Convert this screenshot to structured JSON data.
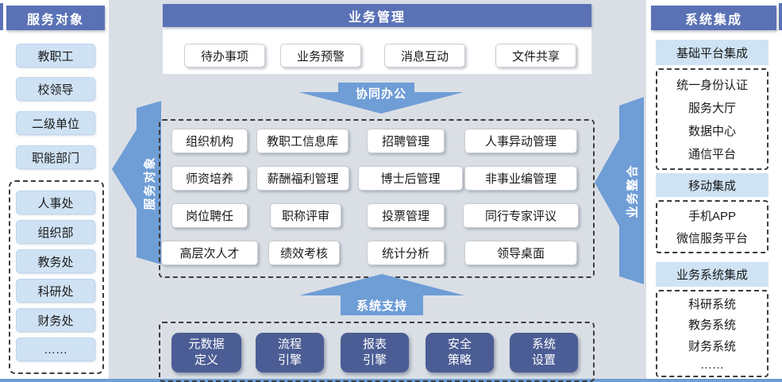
{
  "left_sidebar": {
    "title": "服务对象",
    "items": [
      "教职工",
      "校领导",
      "二级单位",
      "职能部门"
    ],
    "dashed_items": [
      "人事处",
      "组织部",
      "教务处",
      "科研处",
      "财务处",
      "……"
    ]
  },
  "top_panel": {
    "title": "业务管理",
    "buttons": [
      "待办事项",
      "业务预警",
      "消息互动",
      "文件共享"
    ]
  },
  "arrows": {
    "down_label": "协同办公",
    "left_label": "服务对象",
    "right_label": "业务整合",
    "up_label": "系统支持"
  },
  "center_grid": {
    "rows": [
      [
        "组织机构",
        "教职工信息库",
        "招聘管理",
        "人事异动管理"
      ],
      [
        "师资培养",
        "薪酬福利管理",
        "博士后管理",
        "非事业编管理"
      ],
      [
        "岗位聘任",
        "职称评审",
        "投票管理",
        "同行专家评议"
      ],
      [
        "高层次人才",
        "绩效考核",
        "统计分析",
        "领导桌面"
      ]
    ]
  },
  "bottom_panel": {
    "buttons": [
      [
        "元数据",
        "定义"
      ],
      [
        "流程",
        "引擎"
      ],
      [
        "报表",
        "引擎"
      ],
      [
        "安全",
        "策略"
      ],
      [
        "系统",
        "设置"
      ]
    ]
  },
  "right_sidebar": {
    "title": "系统集成",
    "sections": [
      {
        "header": "基础平台集成",
        "items": [
          "统一身份认证",
          "服务大厅",
          "数据中心",
          "通信平台"
        ]
      },
      {
        "header": "移动集成",
        "items": [
          "手机APP",
          "微信服务平台"
        ]
      },
      {
        "header": "业务系统集成",
        "items": [
          "科研系统",
          "教务系统",
          "财务系统",
          "……"
        ]
      }
    ]
  },
  "colors": {
    "header_blue": "#5a72b5",
    "arrow_blue": "#6f9dd6",
    "light_blue": "#cfe2f4",
    "dark_navy": "#4b5d94",
    "page_gray": "#dadfe5",
    "dashed_border": "#3c3c3c"
  }
}
